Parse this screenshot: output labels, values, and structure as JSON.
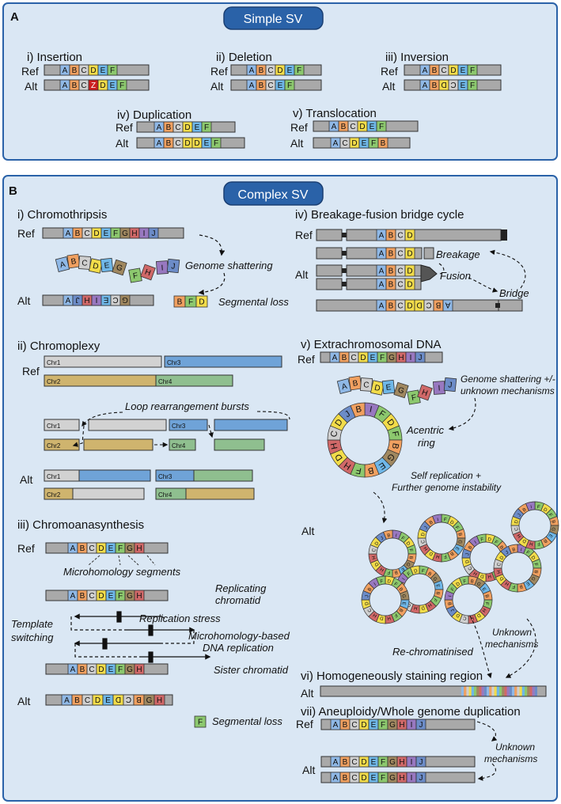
{
  "colors": {
    "A": "#8fb8e6",
    "B": "#f0a060",
    "C": "#cfcfcf",
    "D": "#f2dc4a",
    "E": "#6fb7e8",
    "F": "#8cc86e",
    "G": "#a08860",
    "H": "#d06868",
    "I": "#9878c0",
    "J": "#6c8cc8",
    "chr1": "#d2d2d2",
    "chr2": "#cfb46e",
    "chr3": "#6fa3d8",
    "chr4": "#8fbf8f",
    "gray": "#a9a9a9",
    "red": "#cc1f1f",
    "panel": "#dae7f4",
    "panel_border": "#2a62a8",
    "title_bg": "#2a62a8"
  },
  "sectionA": {
    "letter": "A",
    "title": "Simple SV",
    "insertion": {
      "title": "i) Insertion",
      "ref_label": "Ref",
      "alt_label": "Alt",
      "ref": [
        "A",
        "B",
        "C",
        "D",
        "E",
        "F"
      ],
      "alt": [
        "A",
        "B",
        "C",
        "Z",
        "D",
        "E",
        "F"
      ]
    },
    "deletion": {
      "title": "ii) Deletion",
      "ref_label": "Ref",
      "alt_label": "Alt",
      "ref": [
        "A",
        "B",
        "C",
        "D",
        "E",
        "F"
      ],
      "alt": [
        "A",
        "B",
        "C",
        "E",
        "F"
      ]
    },
    "inversion": {
      "title": "iii) Inversion",
      "ref_label": "Ref",
      "alt_label": "Alt",
      "ref": [
        "A",
        "B",
        "C",
        "D",
        "E",
        "F"
      ],
      "alt": [
        "A",
        "B",
        "D",
        "C",
        "E",
        "F"
      ]
    },
    "duplication": {
      "title": "iv) Duplication",
      "ref_label": "Ref",
      "alt_label": "Alt",
      "ref": [
        "A",
        "B",
        "C",
        "D",
        "E",
        "F"
      ],
      "alt": [
        "A",
        "B",
        "C",
        "D",
        "D",
        "E",
        "F"
      ]
    },
    "translocation": {
      "title": "v) Translocation",
      "ref_label": "Ref",
      "alt_label": "Alt",
      "ref": [
        "A",
        "B",
        "C",
        "D",
        "E",
        "F"
      ],
      "alt": [
        "A",
        "C",
        "D",
        "E",
        "F",
        "B"
      ]
    }
  },
  "sectionB": {
    "letter": "B",
    "title": "Complex SV",
    "chromothripsis": {
      "title": "i) Chromothripsis",
      "ref_label": "Ref",
      "alt_label": "Alt",
      "ref": [
        "A",
        "B",
        "C",
        "D",
        "E",
        "F",
        "G",
        "H",
        "I",
        "J"
      ],
      "shattered": [
        "A",
        "B",
        "C",
        "D",
        "E",
        "G",
        "F",
        "H",
        "I",
        "J"
      ],
      "alt": [
        "A",
        "J",
        "H",
        "I",
        "E",
        "C",
        "G"
      ],
      "lost": [
        "B",
        "F",
        "D"
      ],
      "shatter_label": "Genome shattering",
      "loss_label": "Segmental loss"
    },
    "chromoplexy": {
      "title": "ii) Chromoplexy",
      "ref_label": "Ref",
      "alt_label": "Alt",
      "chr1": "Chr1",
      "chr2": "Chr2",
      "chr3": "Chr3",
      "chr4": "Chr4",
      "loop_label": "Loop rearrangement bursts"
    },
    "chromoanasynthesis": {
      "title": "iii) Chromoanasynthesis",
      "ref_label": "Ref",
      "alt_label": "Alt",
      "ref": [
        "A",
        "B",
        "C",
        "D",
        "E",
        "F",
        "G",
        "H"
      ],
      "replicating": [
        "A",
        "B",
        "C",
        "D",
        "E",
        "F",
        "G",
        "H"
      ],
      "sister": [
        "A",
        "B",
        "C",
        "D",
        "E",
        "F",
        "G",
        "H"
      ],
      "alt": [
        "A",
        "B",
        "C",
        "D",
        "E",
        "D",
        "C",
        "B",
        "G",
        "H"
      ],
      "lost": [
        "F"
      ],
      "microhomology_label": "Microhomology segments",
      "replicating_label": "Replicating chromatid",
      "stress_label": "Replication stress",
      "template_label": "Template switching",
      "mmbir_label": "Microhomology-based DNA replication",
      "sister_label": "Sister chromatid",
      "loss_label": "Segmental loss"
    },
    "bfb": {
      "title": "iv) Breakage-fusion bridge cycle",
      "ref_label": "Ref",
      "alt_label": "Alt",
      "segs": [
        "A",
        "B",
        "C",
        "D"
      ],
      "fused": [
        "A",
        "B",
        "C",
        "D",
        "D",
        "C",
        "B",
        "A"
      ],
      "breakage_label": "Breakage",
      "fusion_label": "Fusion",
      "bridge_label": "Bridge"
    },
    "ecdna": {
      "title": "v) Extrachromosomal DNA",
      "ref_label": "Ref",
      "alt_label": "Alt",
      "ref": [
        "A",
        "B",
        "C",
        "D",
        "E",
        "F",
        "G",
        "H",
        "I",
        "J"
      ],
      "shattered": [
        "A",
        "B",
        "C",
        "D",
        "E",
        "G",
        "F",
        "H",
        "I",
        "J"
      ],
      "shatter_label": "Genome shattering +/- unknown mechanisms",
      "ring_label": "Acentric ring",
      "ring": [
        "I",
        "F",
        "D",
        "F",
        "B",
        "G",
        "E",
        "B",
        "F",
        "H",
        "D",
        "H",
        "C",
        "D",
        "J",
        "B"
      ],
      "replication_label": "Self replication + Further genome instability",
      "rechrom_label": "Re-chromatinised",
      "unknown_label": "Unknown mechanisms"
    },
    "hsr": {
      "title": "vi) Homogeneously staining region",
      "alt_label": "Alt"
    },
    "aneuploidy": {
      "title": "vii) Aneuploidy/Whole genome duplication",
      "ref_label": "Ref",
      "alt_label": "Alt",
      "chrom": [
        "A",
        "B",
        "C",
        "D",
        "E",
        "F",
        "G",
        "H",
        "I",
        "J"
      ],
      "unknown_label": "Unknown mechanisms"
    }
  }
}
